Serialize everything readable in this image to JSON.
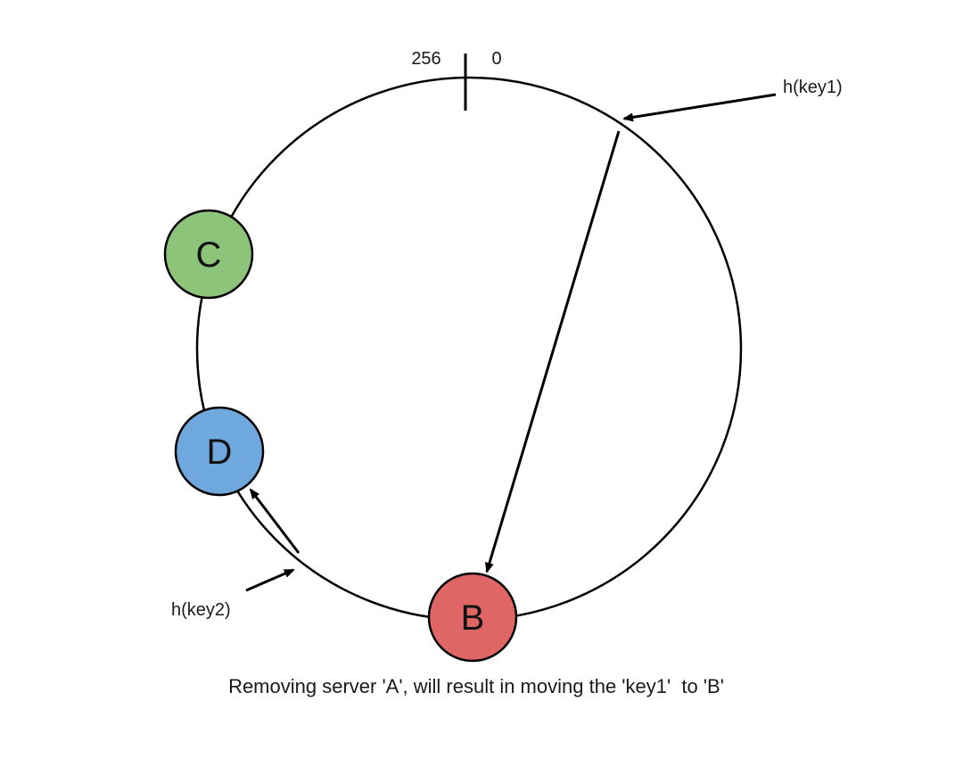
{
  "ring": {
    "label_max": "256",
    "label_min": "0"
  },
  "servers": [
    {
      "id": "C",
      "color": "#8cc47a"
    },
    {
      "id": "D",
      "color": "#6fa8dc"
    },
    {
      "id": "B",
      "color": "#e06666"
    }
  ],
  "keys": {
    "key1_label": "h(key1)",
    "key2_label": "h(key2)"
  },
  "caption": "Removing server 'A', will result in moving the 'key1'  to 'B'"
}
